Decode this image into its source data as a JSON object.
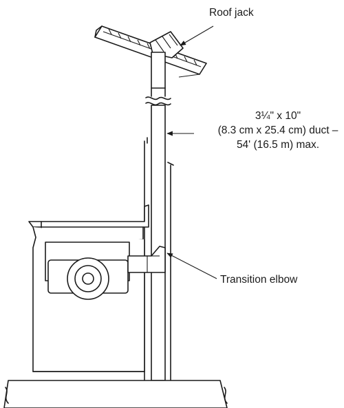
{
  "labels": {
    "roof_jack": "Roof jack",
    "duct_line1": "3¼\" x 10\"",
    "duct_line2": "(8.3 cm x 25.4 cm) duct –",
    "duct_line3": "54' (16.5 m) max.",
    "transition_elbow": "Transition elbow"
  },
  "colors": {
    "ink": "#1a1a1a",
    "background": "#ffffff"
  }
}
